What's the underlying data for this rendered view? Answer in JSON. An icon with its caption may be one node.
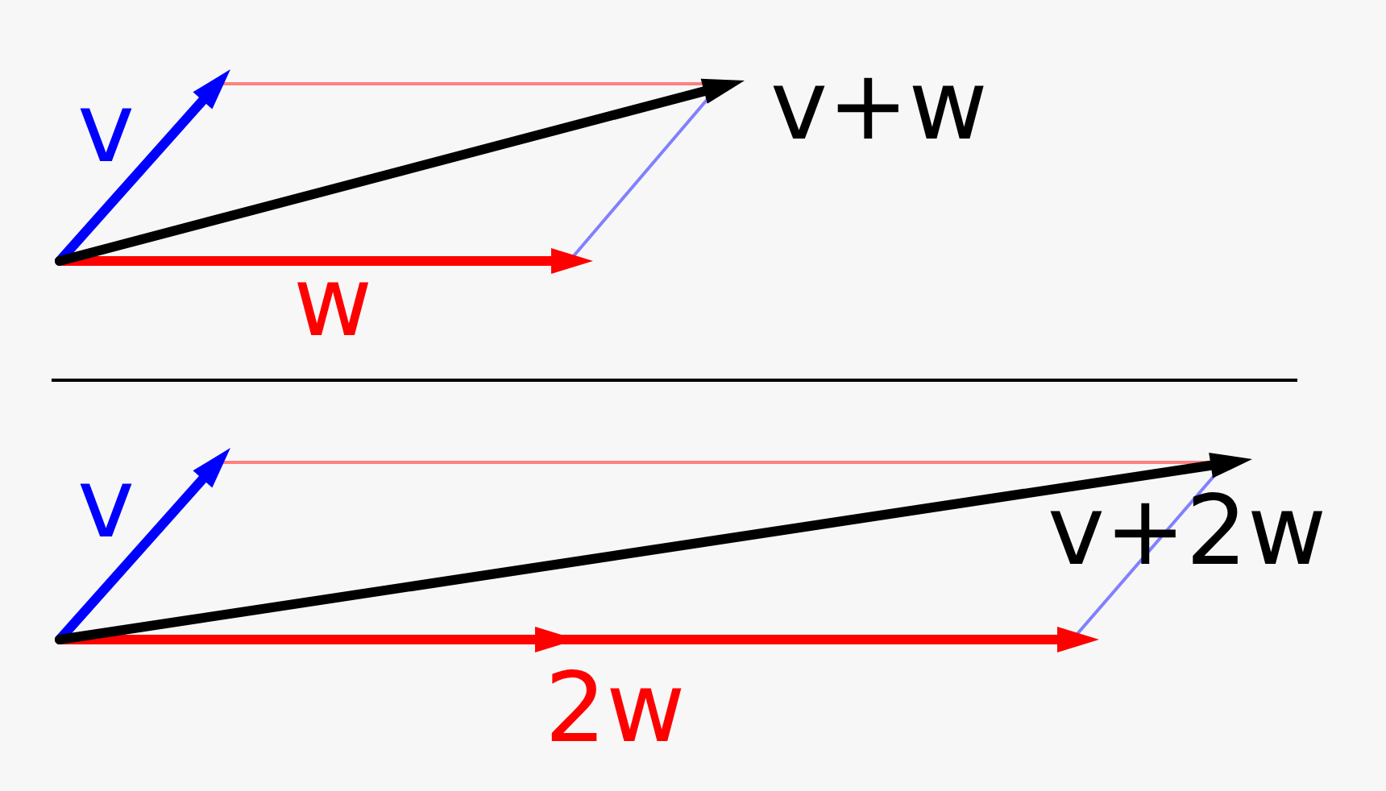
{
  "diagram": {
    "labels": [
      "v",
      "v+w",
      "w",
      "v",
      "v+2w",
      "2w"
    ]
  }
}
